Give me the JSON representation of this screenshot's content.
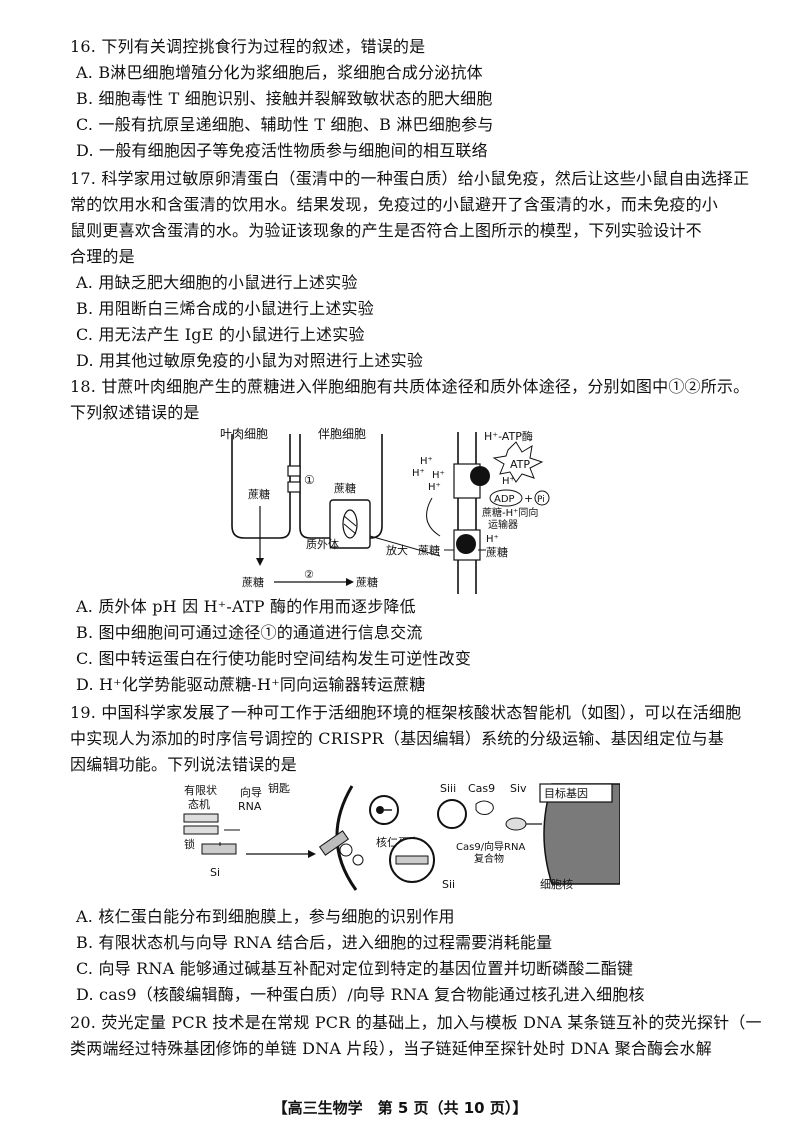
{
  "q16": {
    "stem": "16. 下列有关调控挑食行为过程的叙述，错误的是",
    "options": [
      "A. B淋巴细胞增殖分化为浆细胞后，浆细胞合成分泌抗体",
      "B. 细胞毒性 T 细胞识别、接触并裂解致敏状态的肥大细胞",
      "C. 一般有抗原呈递细胞、辅助性 T 细胞、B 淋巴细胞参与",
      "D. 一般有细胞因子等免疫活性物质参与细胞间的相互联络"
    ]
  },
  "q17": {
    "stem": [
      "17. 科学家用过敏原卵清蛋白（蛋清中的一种蛋白质）给小鼠免疫，然后让这些小鼠自由选择正",
      "常的饮用水和含蛋清的饮用水。结果发现，免疫过的小鼠避开了含蛋清的水，而未免疫的小",
      "鼠则更喜欢含蛋清的水。为验证该现象的产生是否符合上图所示的模型，下列实验设计不",
      "合理的是"
    ],
    "options": [
      "A. 用缺乏肥大细胞的小鼠进行上述实验",
      "B. 用阻断白三烯合成的小鼠进行上述实验",
      "C. 用无法产生 IgE 的小鼠进行上述实验",
      "D. 用其他过敏原免疫的小鼠为对照进行上述实验"
    ]
  },
  "q18": {
    "stem": [
      "18. 甘蔗叶肉细胞产生的蔗糖进入伴胞细胞有共质体途径和质外体途径，分别如图中①②所示。",
      "下列叙述错误的是"
    ],
    "figure": {
      "mesophyll": "叶肉细胞",
      "companion": "伴胞细胞",
      "path1": "①",
      "path2": "②",
      "sucrose": "蔗糖",
      "apoplast": "质外体",
      "magnify": "放大",
      "hplus": "H⁺",
      "atpase": "H⁺-ATP酶",
      "atp": "ATP",
      "adp": "ADP",
      "plus": "+",
      "pi": "Pi",
      "symporter_1": "蔗糖-H⁺同向",
      "symporter_2": "运输器"
    },
    "options": [
      "A. 质外体 pH 因 H⁺-ATP 酶的作用而逐步降低",
      "B. 图中细胞间可通过途径①的通道进行信息交流",
      "C. 图中转运蛋白在行使功能时空间结构发生可逆性改变",
      "D. H⁺化学势能驱动蔗糖-H⁺同向运输器转运蔗糖"
    ]
  },
  "q19": {
    "stem": [
      "19. 中国科学家发展了一种可工作于活细胞环境的框架核酸状态智能机（如图），可以在活细胞",
      "中实现人为添加的时序信号调控的 CRISPR（基因编辑）系统的分级运输、基因组定位与基",
      "因编辑功能。下列说法错误的是"
    ],
    "figure": {
      "fsm_1": "有限状",
      "fsm_2": "态机",
      "guide_1": "向导",
      "guide_2": "RNA",
      "lock": "锁",
      "key": "钥匙",
      "nucleolin": "核仁蛋白",
      "s1": "Si",
      "s2": "Sii",
      "s3": "Siii",
      "s4": "Siv",
      "cas9": "Cas9",
      "complex_1": "Cas9/向导RNA",
      "complex_2": "复合物",
      "target_gene": "目标基因",
      "nucleus": "细胞核"
    },
    "options": [
      "A. 核仁蛋白能分布到细胞膜上，参与细胞的识别作用",
      "B. 有限状态机与向导 RNA 结合后，进入细胞的过程需要消耗能量",
      "C. 向导 RNA 能够通过碱基互补配对定位到特定的基因位置并切断磷酸二酯键",
      "D. cas9（核酸编辑酶，一种蛋白质）/向导 RNA 复合物能通过核孔进入细胞核"
    ]
  },
  "q20": {
    "stem": [
      "20. 荧光定量 PCR 技术是在常规 PCR 的基础上，加入与模板 DNA 某条链互补的荧光探针（一",
      "类两端经过特殊基团修饰的单链 DNA 片段），当子链延伸至探针处时 DNA 聚合酶会水解"
    ]
  },
  "footer": "【高三生物学　第 5 页（共 10 页）】"
}
